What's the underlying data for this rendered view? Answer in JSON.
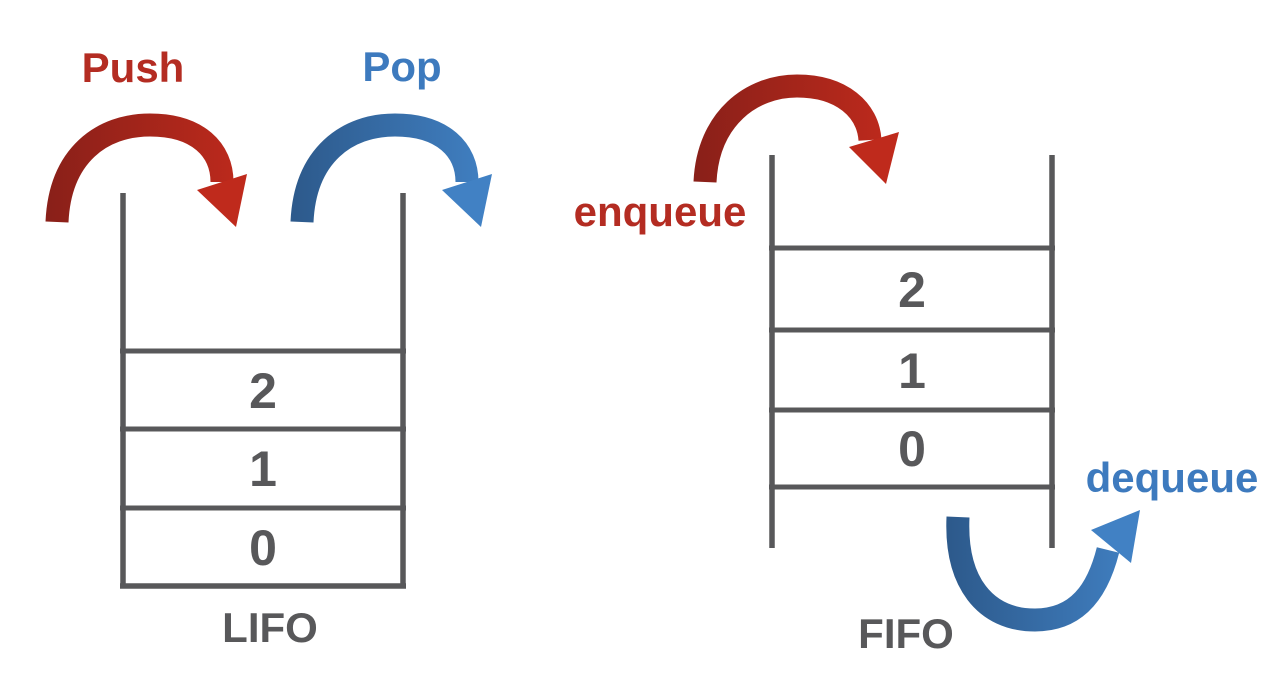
{
  "colors": {
    "red_dark": "#8a2019",
    "red_bright": "#bf2a1c",
    "red_label": "#b42c22",
    "blue_dark": "#2d5a8c",
    "blue_bright": "#4181c4",
    "blue_label": "#3d7abe",
    "gray": "#58585a",
    "background": "#ffffff"
  },
  "stack": {
    "operation_in": "Push",
    "operation_out": "Pop",
    "items": [
      "2",
      "1",
      "0"
    ],
    "order_label": "LIFO"
  },
  "queue": {
    "operation_in": "enqueue",
    "operation_out": "dequeue",
    "items": [
      "2",
      "1",
      "0"
    ],
    "order_label": "FIFO"
  }
}
